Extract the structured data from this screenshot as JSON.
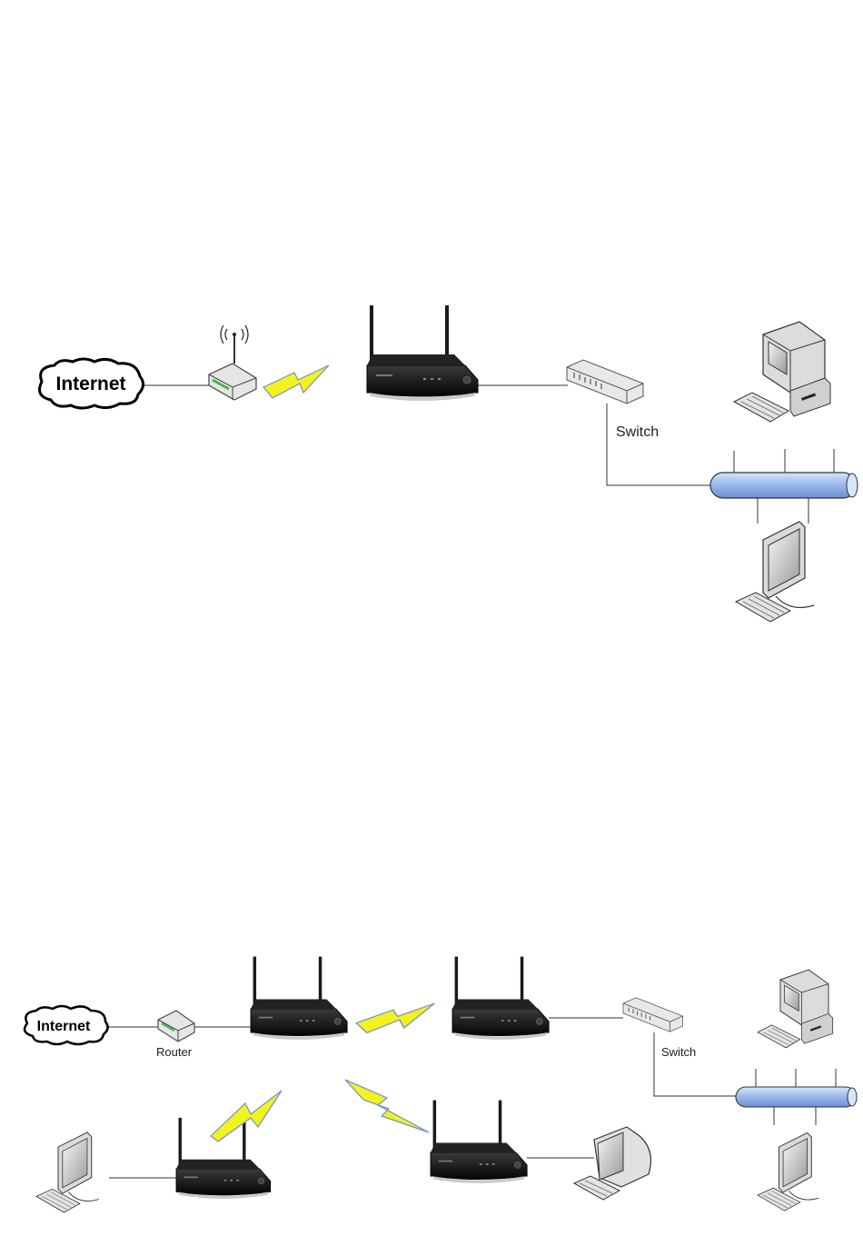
{
  "diagram1": {
    "internet_label": "Internet",
    "switch_label": "Switch"
  },
  "diagram2": {
    "internet_label": "Internet",
    "router_label": "Router",
    "switch_label": "Switch"
  },
  "colors": {
    "lightning": "#f2f21e",
    "lightning_edge": "#6f8fd0",
    "bus": "#a9c3ec",
    "device": "#111111"
  }
}
